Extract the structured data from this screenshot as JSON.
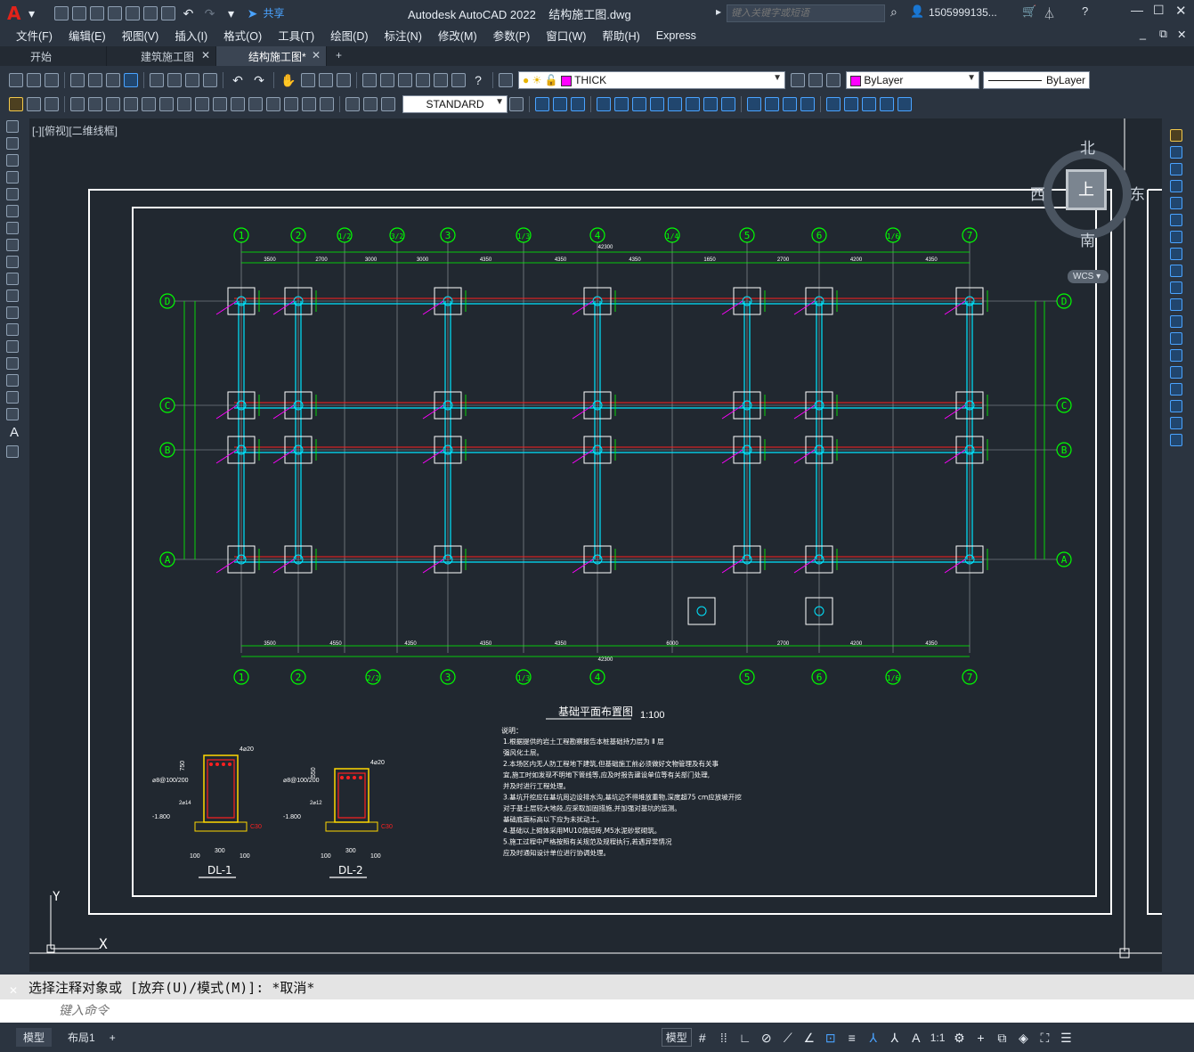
{
  "app": {
    "title": "Autodesk AutoCAD 2022    结构施工图.dwg",
    "share": "共享",
    "search_placeholder": "键入关键字或短语",
    "user": "1505999135...",
    "brand_color": "#e2231a"
  },
  "menu": [
    "文件(F)",
    "编辑(E)",
    "视图(V)",
    "插入(I)",
    "格式(O)",
    "工具(T)",
    "绘图(D)",
    "标注(N)",
    "修改(M)",
    "参数(P)",
    "窗口(W)",
    "帮助(H)",
    "Express"
  ],
  "tabs": [
    {
      "label": "开始",
      "active": false
    },
    {
      "label": "建筑施工图",
      "active": false
    },
    {
      "label": "结构施工图*",
      "active": true
    }
  ],
  "properties": {
    "layer": "THICK",
    "color": "ByLayer",
    "linetype": "ByLayer",
    "textstyle": "STANDARD",
    "layer_color": "#ff00ff"
  },
  "viewport": {
    "label": "[-][俯视][二维线框]",
    "compass": {
      "n": "北",
      "s": "南",
      "e": "东",
      "w": "西",
      "top": "上",
      "wcs": "WCS"
    },
    "ucs_x": "X",
    "ucs_y": "Y"
  },
  "drawing": {
    "grid_top": [
      "1",
      "2",
      "1/2",
      "3/2",
      "3",
      "1/3",
      "4",
      "1/4",
      "5",
      "6",
      "1/6",
      "7"
    ],
    "grid_bottom": [
      "1",
      "2",
      "2/2",
      "3",
      "1/3",
      "4",
      "5",
      "6",
      "1/6",
      "7"
    ],
    "grid_rows": [
      "D",
      "C",
      "B",
      "A"
    ],
    "dims_top": [
      "3500",
      "2700",
      "3000",
      "3000",
      "4350",
      "4350",
      "4350",
      "1650",
      "2700",
      "4200",
      "4350",
      "4350"
    ],
    "total_top": "42300",
    "dims_bottom": [
      "3500",
      "4550",
      "4350",
      "4350",
      "4350",
      "6000",
      "2700",
      "4200",
      "4350",
      "4350"
    ],
    "total_bottom": "42300",
    "plan_title": "基础平面布置图",
    "plan_scale": "1:100",
    "notes_title": "说明：",
    "notes": [
      "1.根据提供的岩土工程勘察报告本桩基础持力层为 Ⅱ 层",
      "  强风化土层。",
      "2.本场区内无人防工程地下建筑,但基础施工前必须做好文物管理及有关事",
      "  宜,施工时如发现不明地下管线等,应及时报告建设单位等有关部门处理,",
      "  并及时进行工程处理。",
      "3.基坑开挖应在基坑周边设排水沟,基坑边不得堆放重物,深度超75 cm应放坡开挖",
      "  对于基土层较大地段,应采取加固措施,并加强对基坑的监测。",
      "  基础底面标高以下应为未扰动土。",
      "4.基础以上砌体采用MU10烧结砖,M5水泥砂浆砌筑。",
      "5.施工过程中严格按照有关规范及规程执行,若遇异常情况",
      "  应及时通知设计单位进行协调处理。"
    ],
    "section1": {
      "name": "DL-1",
      "top_rebar": "4⌀20",
      "stirrup": "⌀8@100/200",
      "bars": "2⌀14",
      "elev": "-1.800",
      "dims": [
        "100",
        "300",
        "100"
      ],
      "concrete": "C30",
      "height": "750"
    },
    "section2": {
      "name": "DL-2",
      "top_rebar": "4⌀20",
      "stirrup": "⌀8@100/200",
      "bars": "2⌀12",
      "elev": "-1.800",
      "dims": [
        "100",
        "300",
        "100"
      ],
      "concrete": "C30",
      "height": "550"
    }
  },
  "command": {
    "history": "选择注释对象或 [放弃(U)/模式(M)]: *取消*",
    "placeholder": "键入命令"
  },
  "status": {
    "model": "模型",
    "layout1": "布局1",
    "model_btn": "模型",
    "scale": "1:1"
  }
}
